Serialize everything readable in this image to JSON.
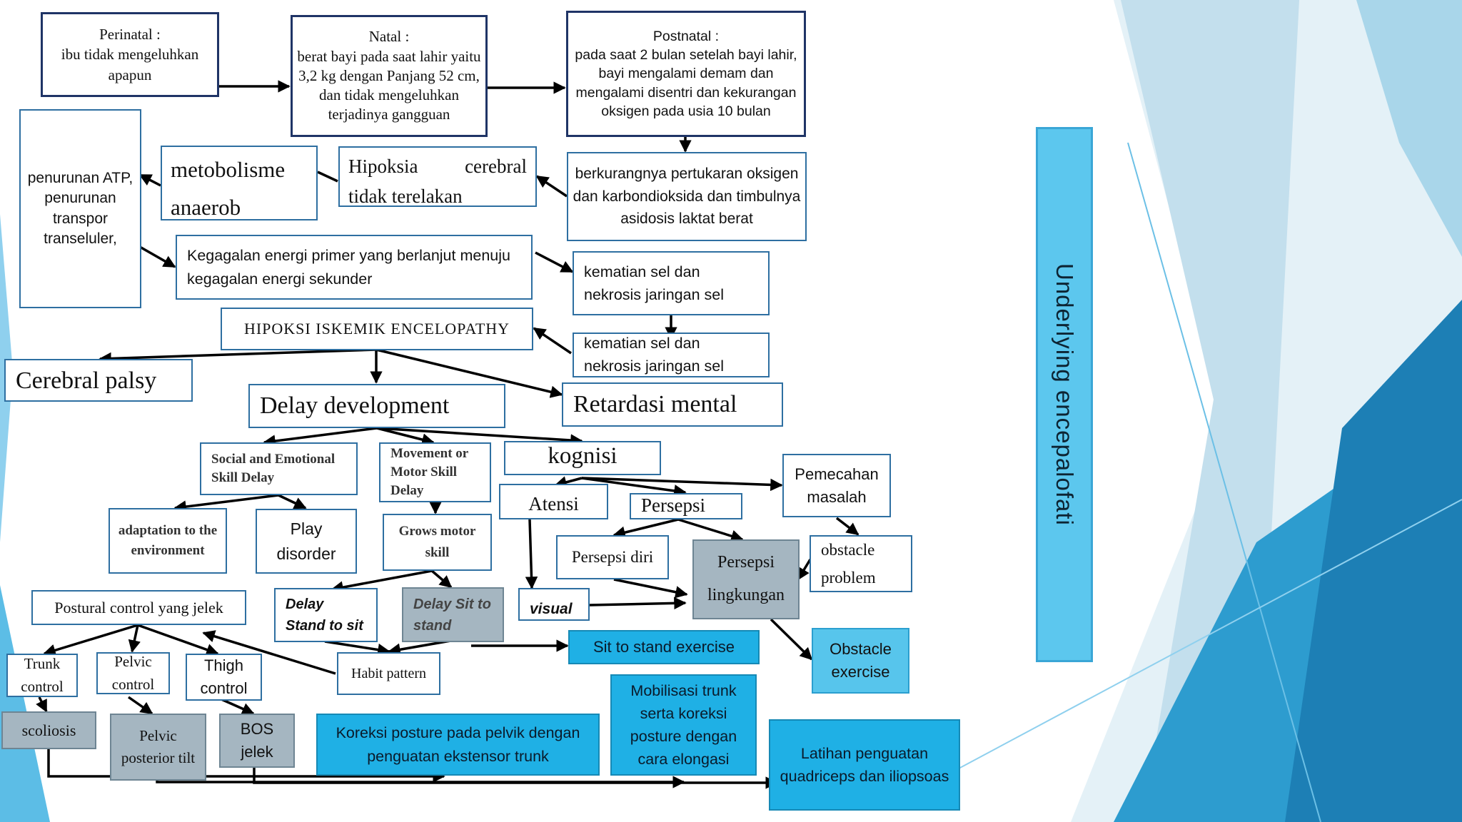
{
  "nodes": {
    "perinatal": "Perinatal :\nibu tidak mengeluhkan apapun",
    "natal": "Natal :\nberat bayi pada saat lahir yaitu 3,2 kg dengan Panjang 52 cm, dan tidak mengeluhkan terjadinya gangguan",
    "postnatal": "Postnatal :\npada saat 2 bulan setelah bayi lahir, bayi mengalami demam dan mengalami disentri dan kekurangan oksigen pada usia 10 bulan",
    "penurunan_atp": "penurunan ATP, penurunan transpor transeluler,",
    "metabolisme": "metobolisme anaerob",
    "hipoksia": "Hipoksia cerebral tidak terelakan",
    "berkurangnya": "berkurangnya pertukaran oksigen dan karbondioksida dan timbulnya asidosis laktat berat",
    "kegagalan": "Kegagalan energi primer yang berlanjut menuju kegagalan energi sekunder",
    "kematian1": "kematian sel dan nekrosis jaringan sel",
    "kematian2": "kematian sel dan nekrosis jaringan sel",
    "hipoksi": "HIPOKSI ISKEMIK ENCELOPATHY",
    "cerebral_palsy": "Cerebral palsy",
    "delay_development": "Delay development",
    "retardasi": "Retardasi mental",
    "social": "Social and Emotional Skill Delay",
    "movement": "Movement or Motor Skill Delay",
    "kognisi": "kognisi",
    "pemecahan": "Pemecahan masalah",
    "adaptation": "adaptation to the environment",
    "play": "Play disorder",
    "grows": "Grows motor skill",
    "atensi": "Atensi",
    "persepsi": "Persepsi",
    "persepsi_diri": "Persepsi diri",
    "persepsi_lingkungan": "Persepsi lingkungan",
    "obstacle_problem": "obstacle problem",
    "postural": "Postural control yang jelek",
    "delay_stand": "Delay Stand to sit",
    "delay_sit": "Delay Sit to stand",
    "visual": "visual",
    "sit_exercise": "Sit to stand exercise",
    "obstacle_exercise": "Obstacle exercise",
    "trunk": "Trunk control",
    "pelvic": "Pelvic control",
    "thigh": "Thigh control",
    "habit": "Habit pattern",
    "scoliosis": "scoliosis",
    "pelvic_tilt": "Pelvic posterior tilt",
    "bos": "BOS jelek",
    "koreksi": "Koreksi posture pada pelvik dengan penguatan ekstensor trunk",
    "mobilisasi": "Mobilisasi trunk serta koreksi posture dengan cara elongasi",
    "latihan": "Latihan penguatan quadriceps dan iliopsoas"
  },
  "side_label": "Underlying encepalofati",
  "colors": {
    "border": "#2e6fa1",
    "gray_fill": "#a5b6c1",
    "blue_fill": "#1fb0e5",
    "light_blue_fill": "#57c5ec",
    "arrow": "#000000"
  }
}
